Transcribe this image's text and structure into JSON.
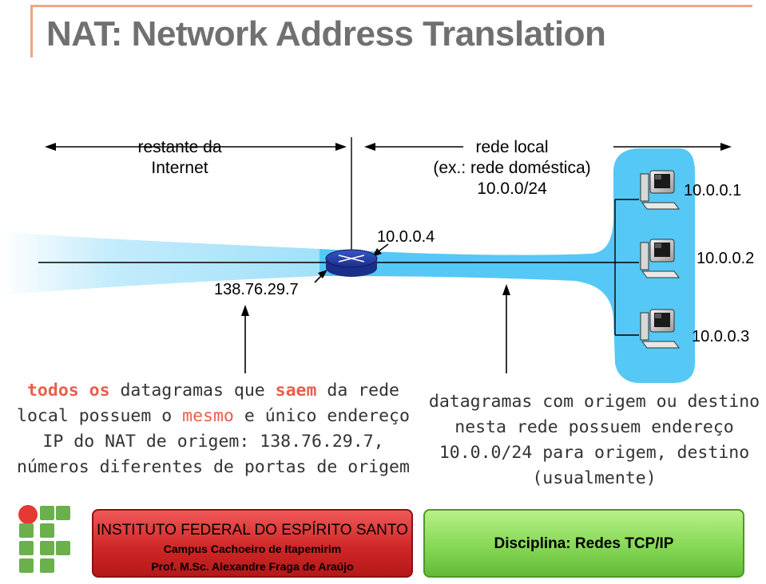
{
  "slide": {
    "title": "NAT: Network Address Translation"
  },
  "labels": {
    "internet_line1": "restante da",
    "internet_line2": "Internet",
    "local_line1": "rede local",
    "local_line2": "(ex.: rede doméstica)",
    "local_line3": "10.0.0/24",
    "router_local_ip": "10.0.0.4",
    "router_public_ip": "138.76.29.7",
    "host1_ip": "10.0.0.1",
    "host2_ip": "10.0.0.2",
    "host3_ip": "10.0.0.3"
  },
  "left_note": {
    "l1_w1": "todos os",
    "l1_w2": " datagramas que ",
    "l1_w3": "saem",
    "l1_w4": " da rede",
    "l2_w1": "local possuem o ",
    "l2_w2": "mesmo",
    "l2_w3": " e único endereço",
    "l3": "IP do NAT de origem: 138.76.29.7,",
    "l4": "números diferentes de portas de origem"
  },
  "right_note": {
    "l1": "datagramas com origem ou destino",
    "l2": "nesta rede possuem endereço",
    "l3": "10.0.0/24 para origem, destino",
    "l4": "(usualmente)"
  },
  "footer": {
    "institute": "INSTITUTO FEDERAL DO ESPÍRITO SANTO",
    "campus": "Campus Cachoeiro de Itapemirim",
    "professor": "Prof. M.Sc. Alexandre Fraga de Araújo",
    "course": "Disciplina: Redes TCP/IP"
  },
  "colors": {
    "accent": "#e8604a",
    "network_blue": "#55c8f5",
    "title_gray": "#707070",
    "footer_red": "#d02828",
    "footer_green": "#86d856",
    "logo_green": "#6ab04c",
    "logo_red": "#e53935"
  }
}
